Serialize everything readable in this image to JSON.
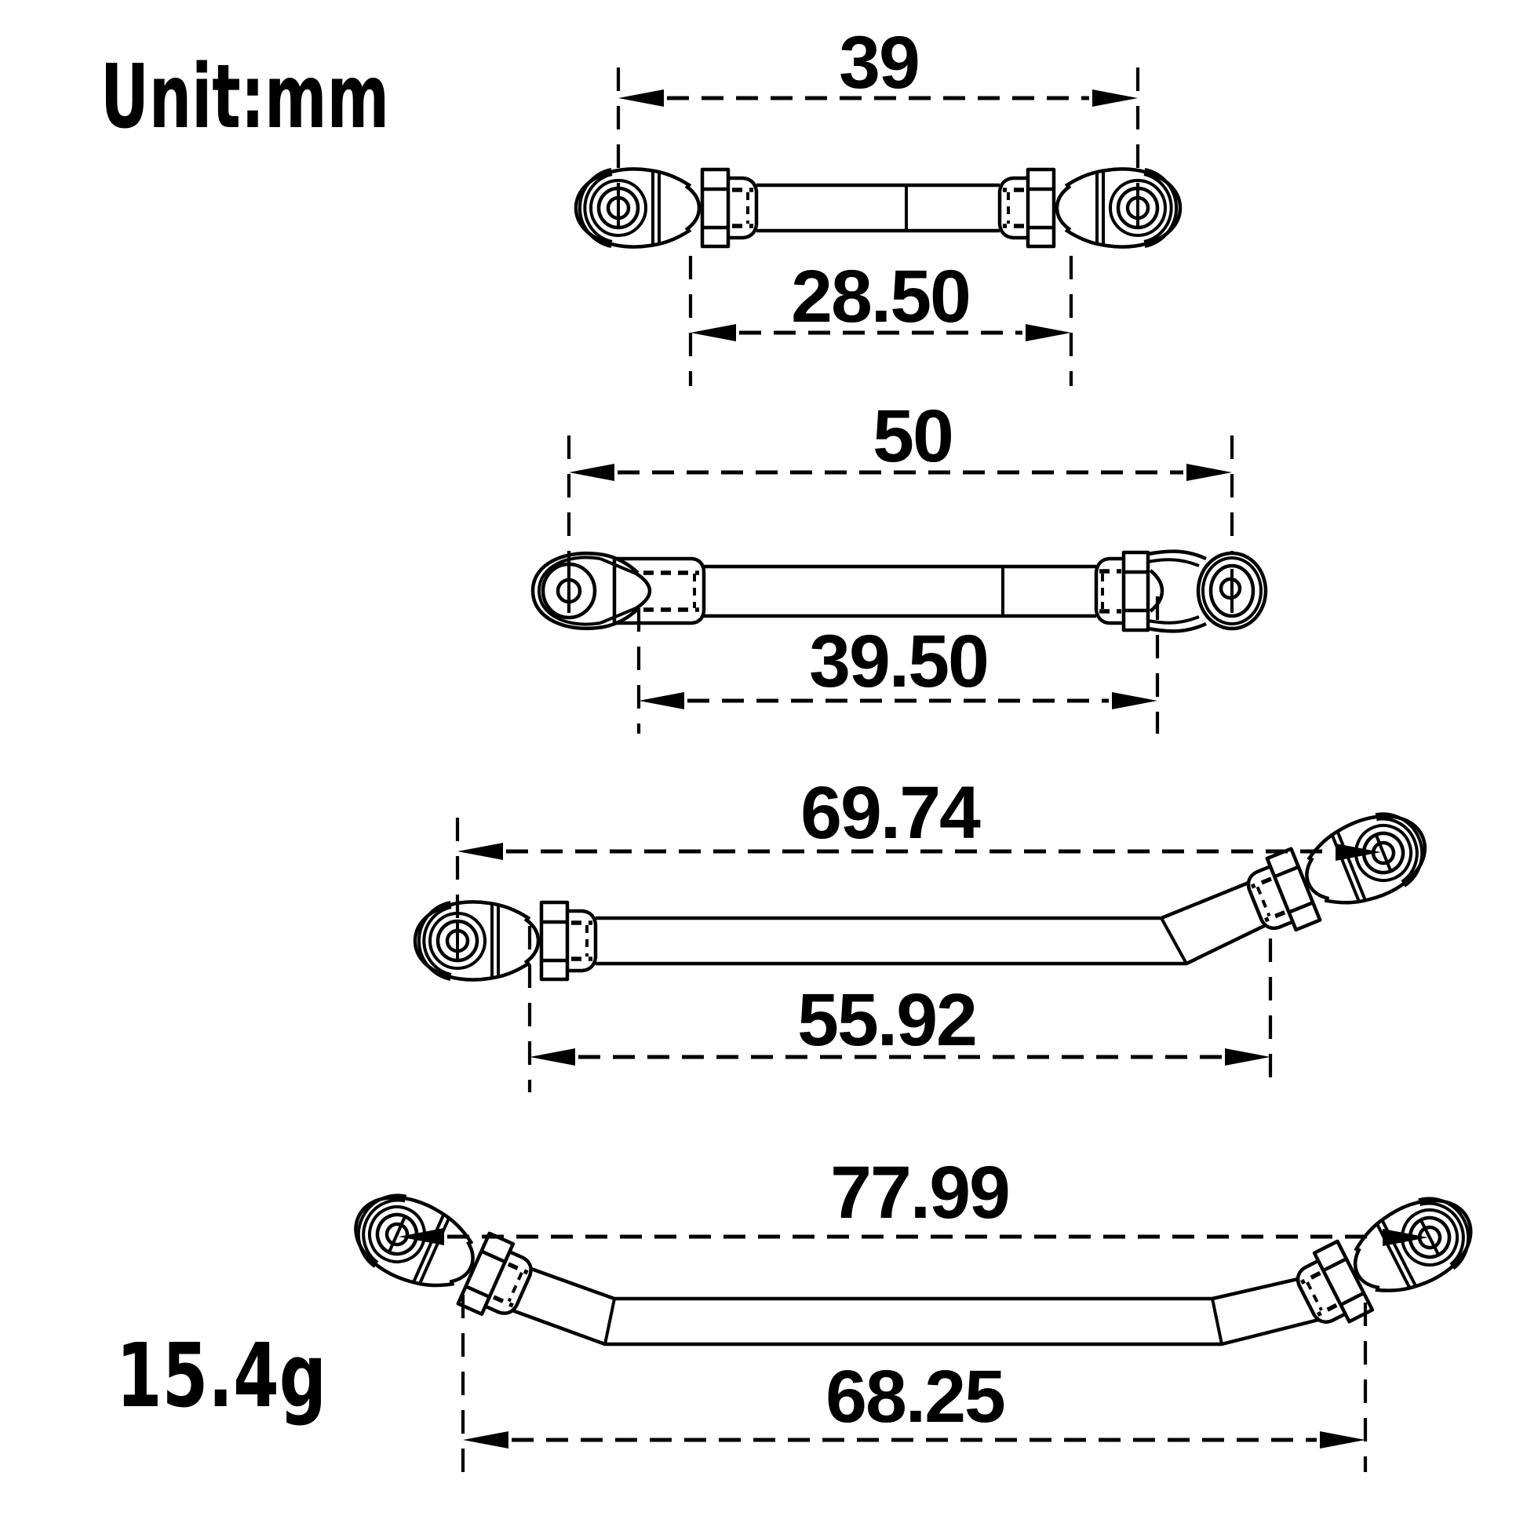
{
  "unit_label": "Unit:mm",
  "weight_label": "15.4g",
  "links": [
    {
      "id": "link-1",
      "outer_dim": "39",
      "inner_dim": "28.50"
    },
    {
      "id": "link-2",
      "outer_dim": "50",
      "inner_dim": "39.50"
    },
    {
      "id": "link-3",
      "outer_dim": "69.74",
      "inner_dim": "55.92"
    },
    {
      "id": "link-4",
      "outer_dim": "77.99",
      "inner_dim": "68.25"
    }
  ],
  "colors": {
    "line": "#000000",
    "background": "#ffffff"
  }
}
